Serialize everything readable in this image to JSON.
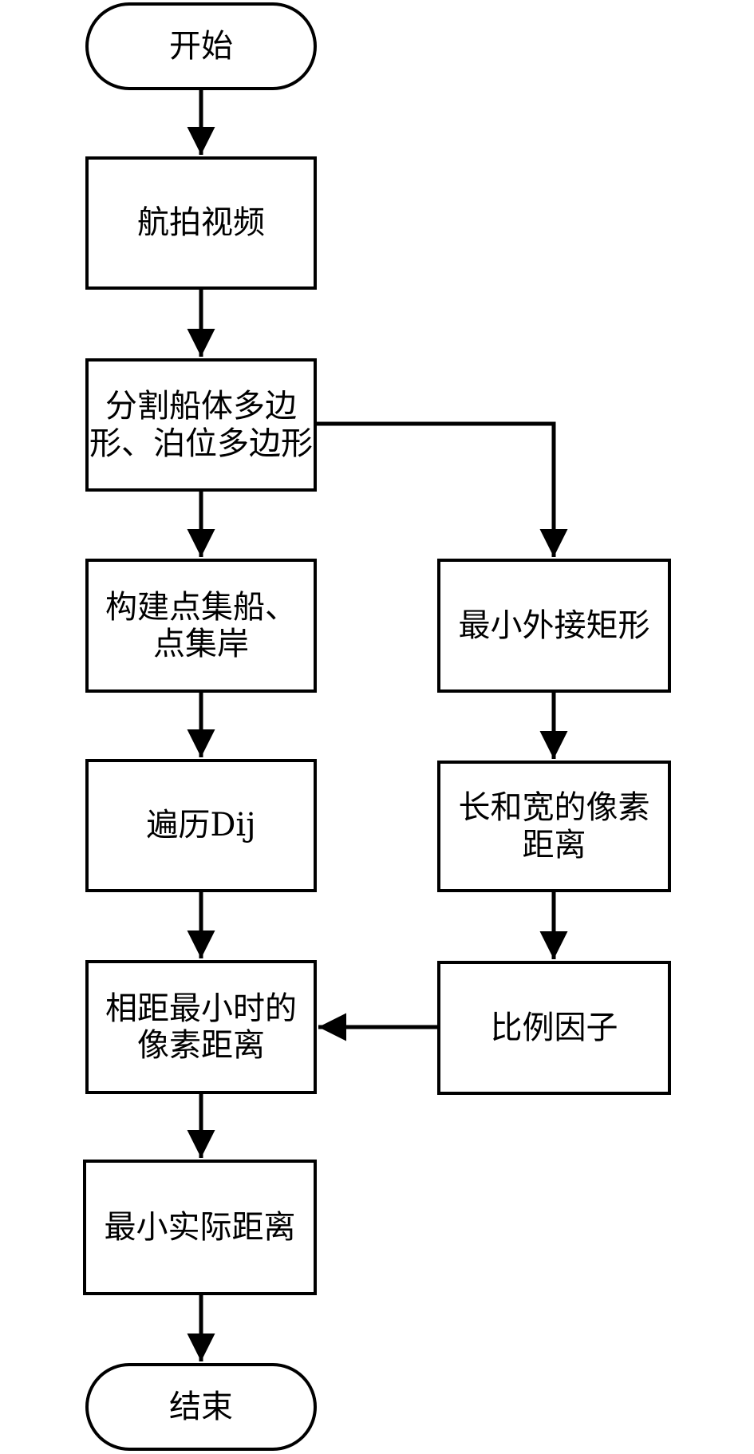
{
  "diagram": {
    "type": "flowchart",
    "background_color": "#ffffff",
    "line_color": "#000000",
    "text_color": "#000000",
    "nodes": [
      {
        "id": "start",
        "shape": "terminator",
        "label": "开始"
      },
      {
        "id": "aerial-video",
        "shape": "process",
        "label": "航拍视频"
      },
      {
        "id": "segment-polygons",
        "shape": "process",
        "label": "分割船体多边\n形、泊位多边形"
      },
      {
        "id": "build-point-sets",
        "shape": "process",
        "label": "构建点集船、\n点集岸"
      },
      {
        "id": "min-bounding-rect",
        "shape": "process",
        "label": "最小外接矩形"
      },
      {
        "id": "traverse-dij",
        "shape": "process",
        "label": "遍历Dij"
      },
      {
        "id": "length-width-pixel-distance",
        "shape": "process",
        "label": "长和宽的像素\n距离"
      },
      {
        "id": "min-separation-pixel-distance",
        "shape": "process",
        "label": "相距最小时的\n像素距离"
      },
      {
        "id": "scale-factor",
        "shape": "process",
        "label": "比例因子"
      },
      {
        "id": "min-actual-distance",
        "shape": "process",
        "label": "最小实际距离"
      },
      {
        "id": "end",
        "shape": "terminator",
        "label": "结束"
      }
    ],
    "edges": [
      {
        "from": "start",
        "to": "aerial-video"
      },
      {
        "from": "aerial-video",
        "to": "segment-polygons"
      },
      {
        "from": "segment-polygons",
        "to": "build-point-sets"
      },
      {
        "from": "segment-polygons",
        "to": "min-bounding-rect"
      },
      {
        "from": "build-point-sets",
        "to": "traverse-dij"
      },
      {
        "from": "min-bounding-rect",
        "to": "length-width-pixel-distance"
      },
      {
        "from": "traverse-dij",
        "to": "min-separation-pixel-distance"
      },
      {
        "from": "length-width-pixel-distance",
        "to": "scale-factor"
      },
      {
        "from": "scale-factor",
        "to": "min-separation-pixel-distance"
      },
      {
        "from": "min-separation-pixel-distance",
        "to": "min-actual-distance"
      },
      {
        "from": "min-actual-distance",
        "to": "end"
      }
    ]
  }
}
